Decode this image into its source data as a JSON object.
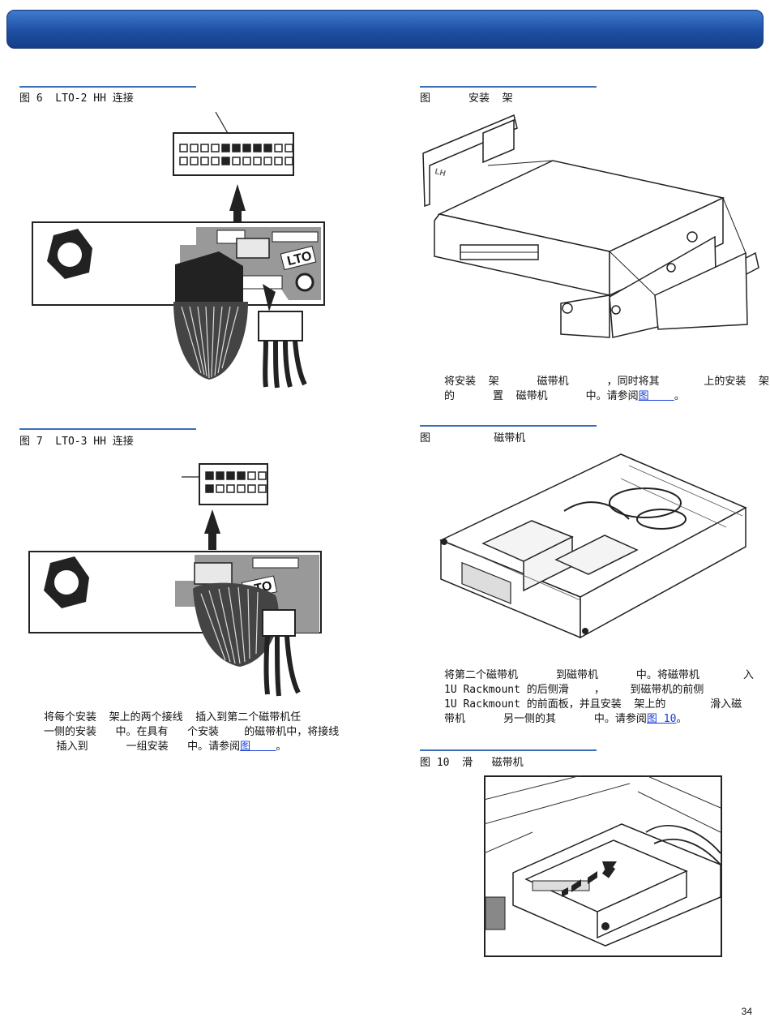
{
  "fig6": {
    "title": "图 6  LTO-2 HH 连接",
    "badge": "LTO"
  },
  "fig7": {
    "title": "图 7  LTO-3 HH 连接",
    "badge": "LTO"
  },
  "fig8": {
    "title": "图      安装  架",
    "side_label": "LH"
  },
  "fig9": {
    "title": "图          磁带机"
  },
  "fig10": {
    "title": "图 10  滑   磁带机"
  },
  "para_right1": {
    "line1": "将安装  架      磁带机      ，同时将其       上的安装  架",
    "line2_pre": "的      置  磁带机      中。请参阅",
    "link": "图    ",
    "line2_post": "。"
  },
  "para_right2": {
    "line1": "将第二个磁带机      到磁带机      中。将磁带机",
    "line1_tail": "入",
    "line2": "1U Rackmount 的后侧滑    ，    到磁带机的前侧",
    "line3": "1U Rackmount 的前面板，并且安装  架上的       滑入磁",
    "line4_pre": "带机      另一侧的其      中。请参阅",
    "link": "图 10",
    "line4_post": "。"
  },
  "para_left": {
    "line1": "将每个安装  架上的两个接线  插入到第二个磁带机任",
    "line2": "一侧的安装   中。在具有   个安装    的磁带机中，将接线",
    "line3_pre": "  插入到      一组安装   中。请参阅",
    "link": "图    ",
    "line3_post": "。"
  },
  "page_number": "34"
}
